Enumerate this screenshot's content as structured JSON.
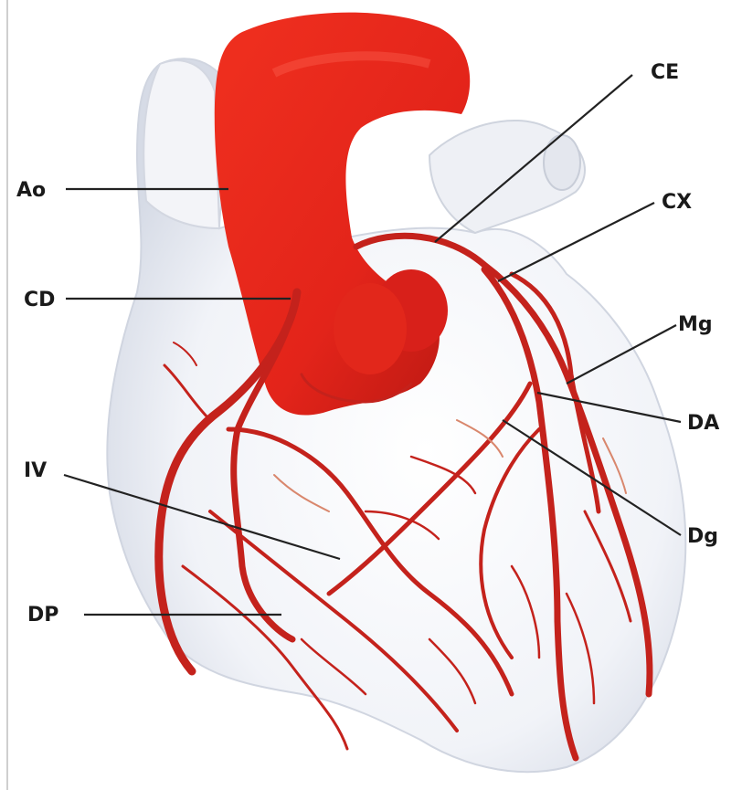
{
  "labels": {
    "ao": "Ao",
    "cd": "CD",
    "iv": "IV",
    "dp": "DP",
    "ce": "CE",
    "cx": "CX",
    "mg": "Mg",
    "da": "DA",
    "dg": "Dg"
  },
  "colors": {
    "aorta": "#e8261a",
    "artery": "#c4221c",
    "heart_shade": "#dfe4ee",
    "label": "#1a1a1a"
  }
}
